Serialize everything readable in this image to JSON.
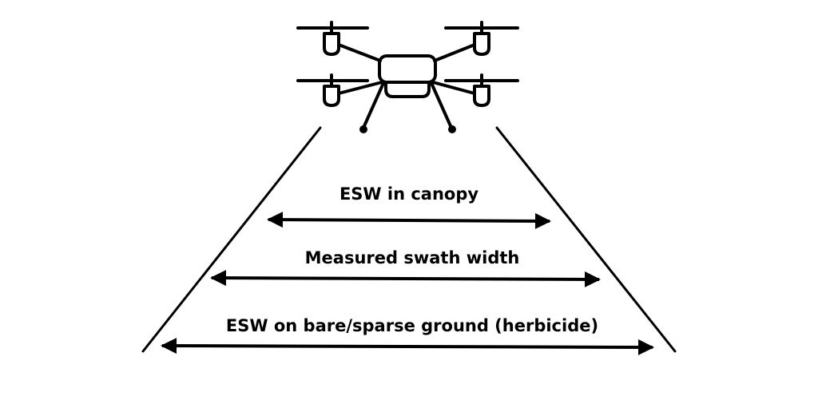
{
  "diagram": {
    "subject": "drone-sprayer",
    "labels": {
      "canopy": "ESW in canopy",
      "measured": "Measured swath width",
      "bare_ground": "ESW on bare/sparse ground (herbicide)"
    },
    "colors": {
      "line": "#000000",
      "background": "#ffffff"
    }
  }
}
